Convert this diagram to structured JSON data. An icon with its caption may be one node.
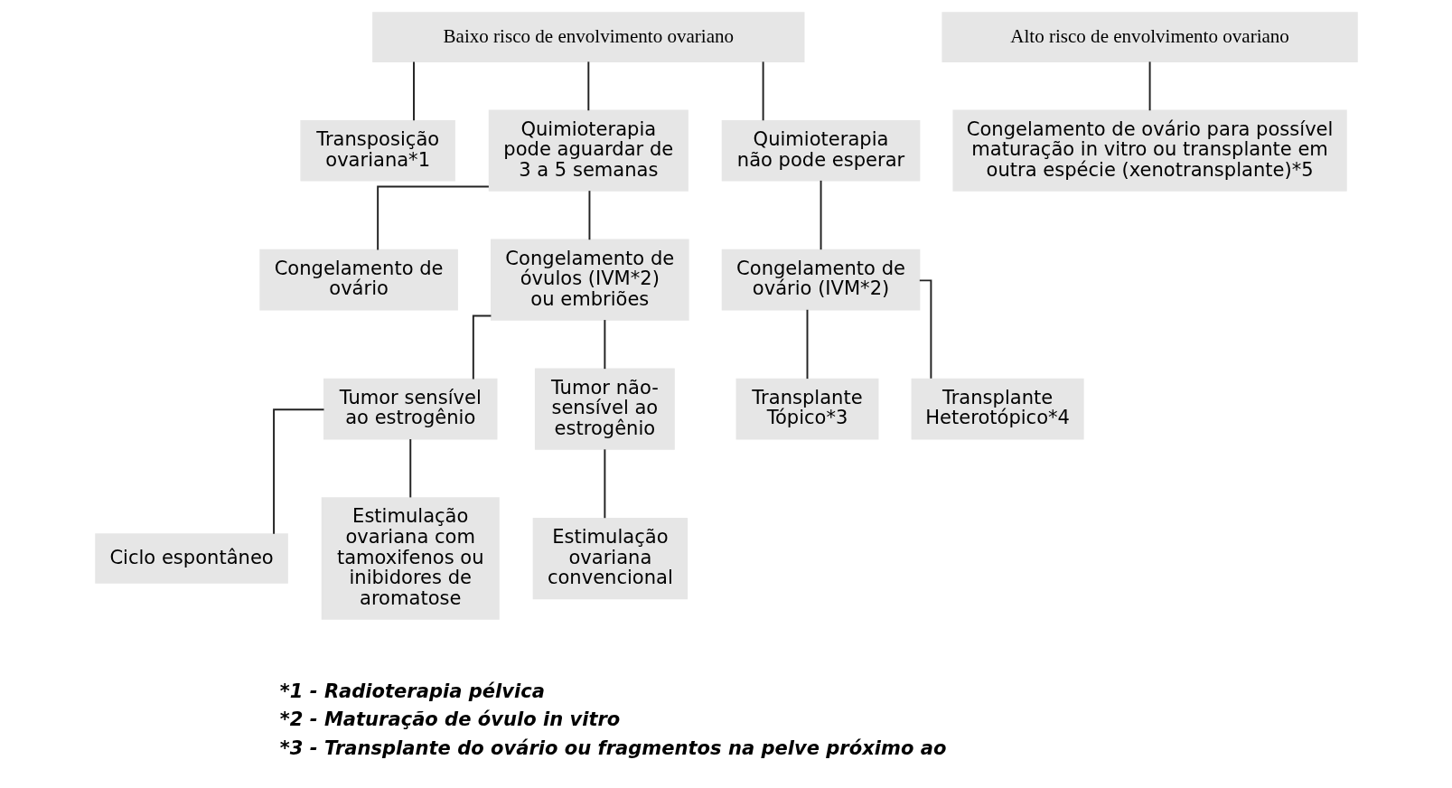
{
  "diagram": {
    "nodes": [
      {
        "text": [
          "Baixo risco de envolvimento ovariano"
        ]
      },
      {
        "text": [
          "Alto risco de envolvimento ovariano"
        ]
      },
      {
        "text": [
          "Transposição ovariana*1"
        ]
      },
      {
        "text": [
          "Quimioterapia pode aguardar de 3 a 5 semanas"
        ]
      },
      {
        "text": [
          "Quimioterapia não pode esperar"
        ]
      },
      {
        "text": [
          "Congelamento de ovário para possível maturação in vitro ou transplante em outra espécie (xenotransplante)*5"
        ]
      },
      {
        "text": [
          "Congelamento de ovário"
        ]
      },
      {
        "text": [
          "Congelamento de óvulos (IVM*2) ou embriões"
        ]
      },
      {
        "text": [
          "Congelamento de ovário (IVM*2)"
        ]
      },
      {
        "text": [
          "Tumor sensível ao estrogênio"
        ]
      },
      {
        "text": [
          "Tumor não-sensível ao estrogênio"
        ]
      },
      {
        "text": [
          "Transplante Tópico*3"
        ]
      },
      {
        "text": [
          "Transplante Heterotópico*4"
        ]
      },
      {
        "text": [
          "Ciclo espontâneo"
        ]
      },
      {
        "text": [
          "Estimulação ovariana com tamoxifenos ou inibidores de aromatose"
        ]
      },
      {
        "text": [
          "Estimulação ovariana convencional"
        ]
      }
    ],
    "edges": [
      {
        "from": 0,
        "to": 2,
        "arrow": "none"
      },
      {
        "from": 0,
        "to": 3,
        "arrow": "none"
      },
      {
        "from": 0,
        "to": 4,
        "arrow": "none"
      },
      {
        "from": 1,
        "to": 5,
        "arrow": "none"
      },
      {
        "from": 3,
        "to": 6,
        "arrow": "none"
      },
      {
        "from": 3,
        "to": 7,
        "arrow": "none"
      },
      {
        "from": 4,
        "to": 8,
        "arrow": "none"
      },
      {
        "from": 7,
        "to": 9,
        "arrow": "none"
      },
      {
        "from": 7,
        "to": 10,
        "arrow": "none"
      },
      {
        "from": 8,
        "to": 11,
        "arrow": "none"
      },
      {
        "from": 8,
        "to": 12,
        "arrow": "none"
      },
      {
        "from": 9,
        "to": 13,
        "arrow": "none"
      },
      {
        "from": 9,
        "to": 14,
        "arrow": "none"
      },
      {
        "from": 10,
        "to": 15,
        "arrow": "none"
      }
    ],
    "labels": [
      "*1 - Radioterapia pélvica",
      "*2 - Maturação de óvulo in vitro",
      "*3 - Transplante do ovário ou fragmentos na pelve próximo ao"
    ]
  }
}
